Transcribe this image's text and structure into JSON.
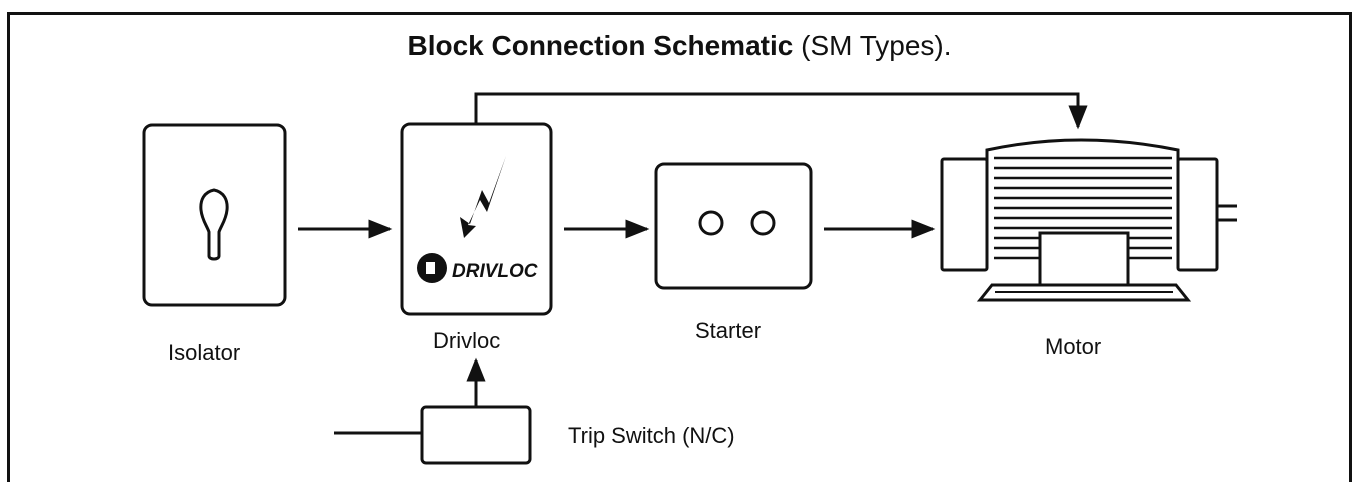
{
  "title": {
    "bold": "Block Connection Schematic",
    "rest": " (SM Types)."
  },
  "blocks": {
    "isolator": {
      "label": "Isolator"
    },
    "drivloc": {
      "label": "Drivloc",
      "logo_text": "DRIVLOC"
    },
    "starter": {
      "label": "Starter"
    },
    "motor": {
      "label": "Motor"
    },
    "trip_switch": {
      "label": "Trip Switch (N/C)"
    }
  },
  "colors": {
    "ink": "#111111",
    "background": "#ffffff"
  }
}
